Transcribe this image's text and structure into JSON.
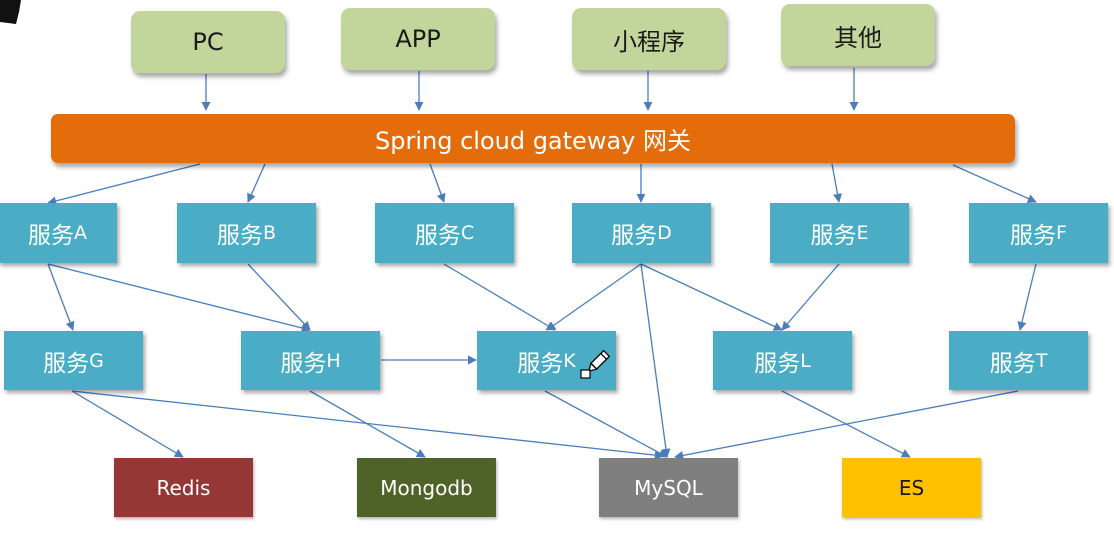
{
  "clients": [
    {
      "id": "pc",
      "label": "PC"
    },
    {
      "id": "app",
      "label": "APP"
    },
    {
      "id": "miniprogram",
      "label": "小程序"
    },
    {
      "id": "other",
      "label": "其他"
    }
  ],
  "gateway": {
    "label": "Spring cloud gateway 网关"
  },
  "services": [
    {
      "id": "a",
      "prefix": "服务",
      "letter": "A"
    },
    {
      "id": "b",
      "prefix": "服务",
      "letter": "B"
    },
    {
      "id": "c",
      "prefix": "服务",
      "letter": "C"
    },
    {
      "id": "d",
      "prefix": "服务",
      "letter": "D"
    },
    {
      "id": "e",
      "prefix": "服务",
      "letter": "E"
    },
    {
      "id": "f",
      "prefix": "服务",
      "letter": "F"
    },
    {
      "id": "g",
      "prefix": "服务",
      "letter": "G"
    },
    {
      "id": "h",
      "prefix": "服务",
      "letter": "H"
    },
    {
      "id": "k",
      "prefix": "服务",
      "letter": "K"
    },
    {
      "id": "l",
      "prefix": "服务",
      "letter": "L"
    },
    {
      "id": "t",
      "prefix": "服务",
      "letter": "T"
    }
  ],
  "stores": [
    {
      "id": "redis",
      "label": "Redis"
    },
    {
      "id": "mongodb",
      "label": "Mongodb"
    },
    {
      "id": "mysql",
      "label": "MySQL"
    },
    {
      "id": "es",
      "label": "ES"
    }
  ],
  "colors": {
    "client": "#c2d69b",
    "gateway": "#e46c0a",
    "service": "#4bacc6",
    "redis": "#953735",
    "mongodb": "#4f6228",
    "mysql": "#7f7f7f",
    "es": "#ffc000",
    "connector": "#4a7ebb"
  },
  "icons": {
    "cursor": "pencil-cursor-icon"
  }
}
